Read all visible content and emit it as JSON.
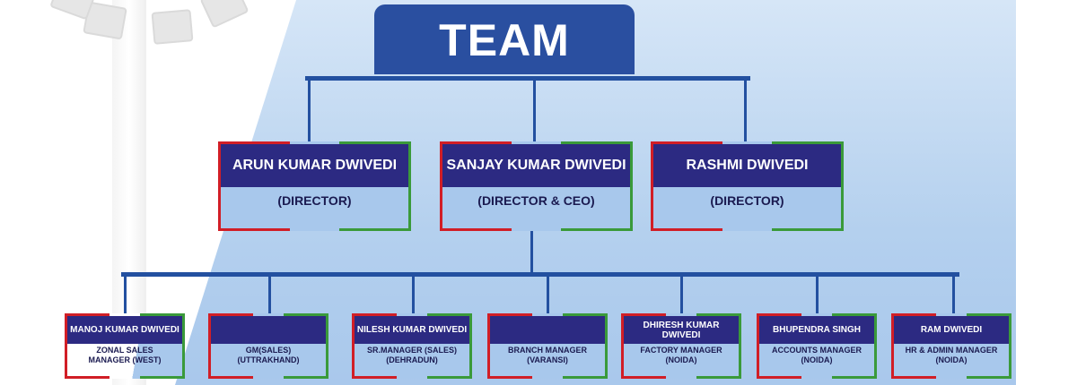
{
  "title": "TEAM",
  "directors": [
    {
      "name": "ARUN KUMAR DWIVEDI",
      "role": "(DIRECTOR)"
    },
    {
      "name": "SANJAY KUMAR DWIVEDI",
      "role": "(DIRECTOR & CEO)"
    },
    {
      "name": "RASHMI DWIVEDI",
      "role": "(DIRECTOR)"
    }
  ],
  "staff": [
    {
      "name": "MANOJ KUMAR DWIVEDI",
      "role1": "ZONAL SALES",
      "role2": "MANAGER (WEST)"
    },
    {
      "name": "",
      "role1": "GM(SALES)",
      "role2": "(UTTRAKHAND)"
    },
    {
      "name": "NILESH  KUMAR DWIVEDI",
      "role1": "SR.MANAGER (SALES)",
      "role2": "(DEHRADUN)"
    },
    {
      "name": "",
      "role1": "BRANCH MANAGER",
      "role2": "(VARANSI)"
    },
    {
      "name": "DHIRESH KUMAR DWIVEDI",
      "role1": "FACTORY MANAGER",
      "role2": "(NOIDA)"
    },
    {
      "name": "BHUPENDRA SINGH",
      "role1": "ACCOUNTS MANAGER",
      "role2": "(NOIDA)"
    },
    {
      "name": "RAM DWIVEDI",
      "role1": "HR & ADMIN MANAGER",
      "role2": "(NOIDA)"
    }
  ],
  "colors": {
    "header": "#2c2a82",
    "title_bg": "#2a4fa0",
    "red": "#d11e26",
    "green": "#3a9a3a"
  }
}
